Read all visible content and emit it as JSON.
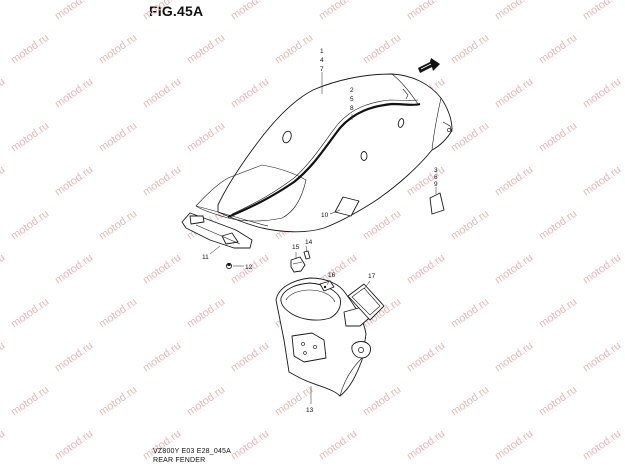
{
  "figure": {
    "title": "FIG.45A"
  },
  "watermark": {
    "text": "motod.ru",
    "color": "#e9b8b8"
  },
  "footer": {
    "code": "VZ800Y E03 E28_045A",
    "caption": "REAR FENDER"
  },
  "callouts": {
    "c1": "1",
    "c4": "4",
    "c7": "7",
    "c2": "2",
    "c5": "5",
    "c8": "8",
    "c3": "3",
    "c6": "6",
    "c9": "9",
    "c10": "10",
    "c11": "11",
    "c12": "12",
    "c13": "13",
    "c14": "14",
    "c15": "15",
    "c16": "16",
    "c17": "17"
  },
  "icons": {
    "front_arrow": "front-arrow-icon"
  }
}
